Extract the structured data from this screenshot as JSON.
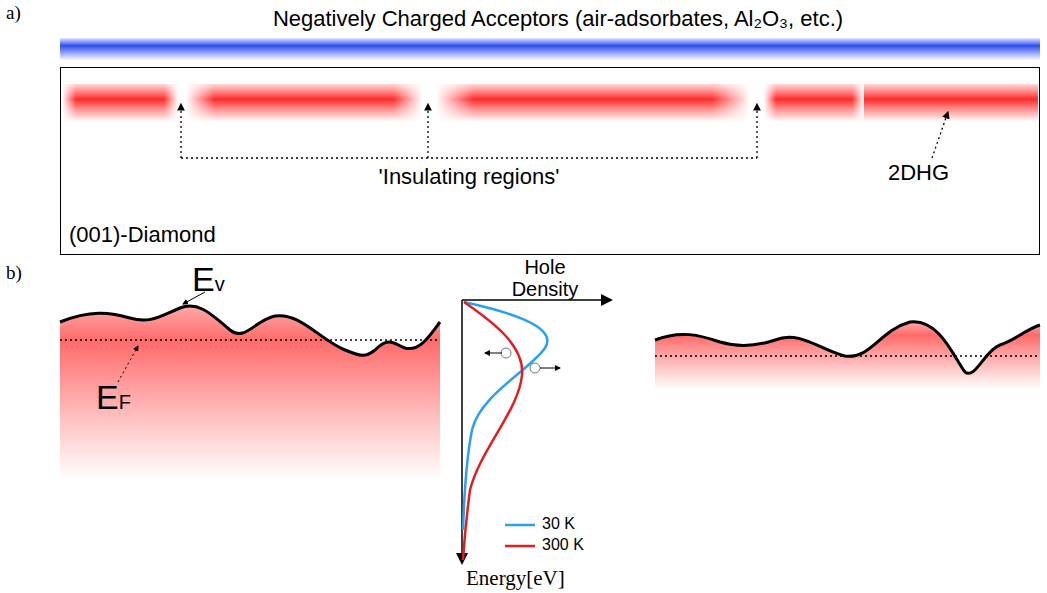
{
  "diagram": {
    "nodes": [
      {
        "text": [
          "Negatively Charged Acceptors (air-adsorbates, Al₂O₃, etc.)"
        ]
      },
      {
        "text": [
          "(001)-Diamond"
        ]
      }
    ],
    "labels": [
      "a)",
      "b)",
      "'Insulating regions'",
      "2DHG",
      "Ev",
      "EF",
      "Hole Density",
      "Energy[eV]"
    ],
    "legend": [
      {
        "text": "30 K"
      },
      {
        "text": "300 K"
      }
    ]
  }
}
